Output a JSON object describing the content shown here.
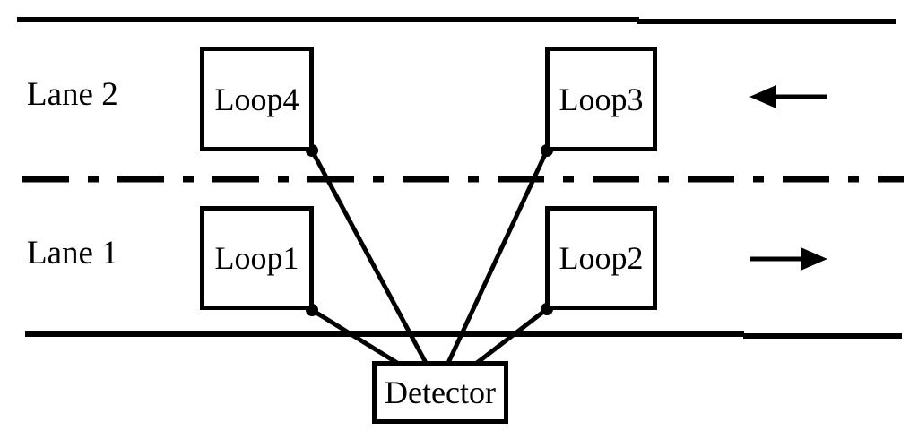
{
  "lanes": [
    {
      "label": "Lane 2",
      "direction": "left"
    },
    {
      "label": "Lane 1",
      "direction": "right"
    }
  ],
  "loops": {
    "loop4": "Loop4",
    "loop3": "Loop3",
    "loop1": "Loop1",
    "loop2": "Loop2"
  },
  "detector": {
    "label": "Detector"
  },
  "icons": {
    "lane2_arrow": "left-arrow",
    "lane1_arrow": "right-arrow"
  },
  "colors": {
    "ink": "#000000",
    "background": "#ffffff"
  }
}
